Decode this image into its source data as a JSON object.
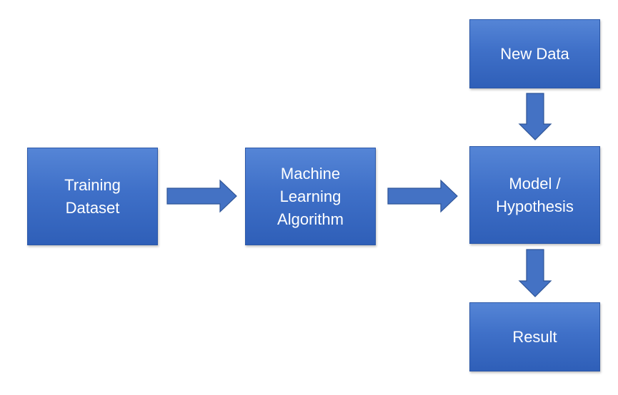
{
  "diagram": {
    "nodes": [
      {
        "id": "training-dataset",
        "label": "Training\nDataset"
      },
      {
        "id": "ml-algorithm",
        "label": "Machine\nLearning\nAlgorithm"
      },
      {
        "id": "model-hypothesis",
        "label": "Model /\nHypothesis"
      },
      {
        "id": "new-data",
        "label": "New Data"
      },
      {
        "id": "result",
        "label": "Result"
      }
    ],
    "edges": [
      {
        "from": "training-dataset",
        "to": "ml-algorithm"
      },
      {
        "from": "ml-algorithm",
        "to": "model-hypothesis"
      },
      {
        "from": "new-data",
        "to": "model-hypothesis"
      },
      {
        "from": "model-hypothesis",
        "to": "result"
      }
    ]
  },
  "colors": {
    "box_fill": "#4472c4",
    "box_text": "#ffffff",
    "arrow_fill": "#4472c4"
  }
}
